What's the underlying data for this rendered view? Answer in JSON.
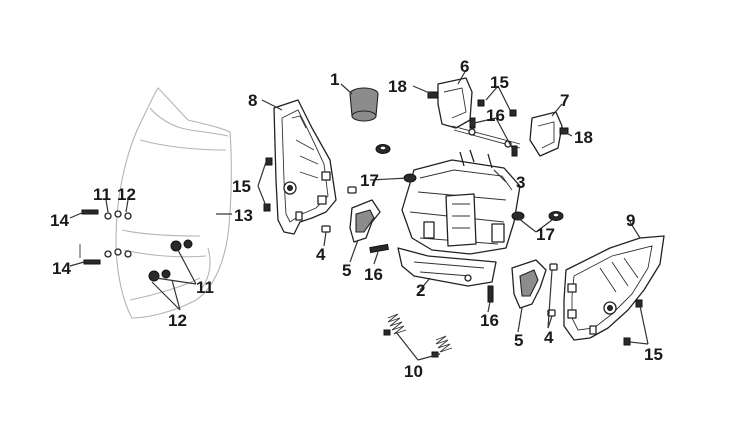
{
  "diagram": {
    "callouts": [
      "1",
      "2",
      "3",
      "4",
      "4",
      "5",
      "5",
      "6",
      "7",
      "8",
      "9",
      "10",
      "11",
      "11",
      "12",
      "12",
      "13",
      "14",
      "14",
      "15",
      "15",
      "15",
      "16",
      "16",
      "16",
      "17",
      "17",
      "18",
      "18"
    ]
  },
  "colors": {
    "line": "#222222",
    "windshield": "#b4b4b4",
    "bushing": "#8c8c8c",
    "fastener": "#2a2a2a"
  }
}
